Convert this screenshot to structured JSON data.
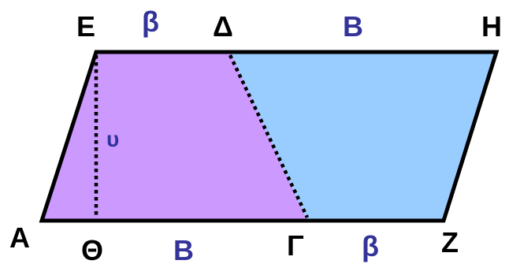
{
  "vertices": {
    "E": "Ε",
    "D": "Δ",
    "H": "Η",
    "A": "Α",
    "Th": "Θ",
    "G": "Γ",
    "Z": "Ζ"
  },
  "segments": {
    "top_ED": "β",
    "top_DH": "B",
    "bottom_ThG": "B",
    "bottom_GZ": "β",
    "height": "υ"
  },
  "colors": {
    "trapezoid_fill": "#cc99ff",
    "parallelogram_fill": "#99ccff",
    "outline": "#000000",
    "segment_label": "#333399"
  }
}
